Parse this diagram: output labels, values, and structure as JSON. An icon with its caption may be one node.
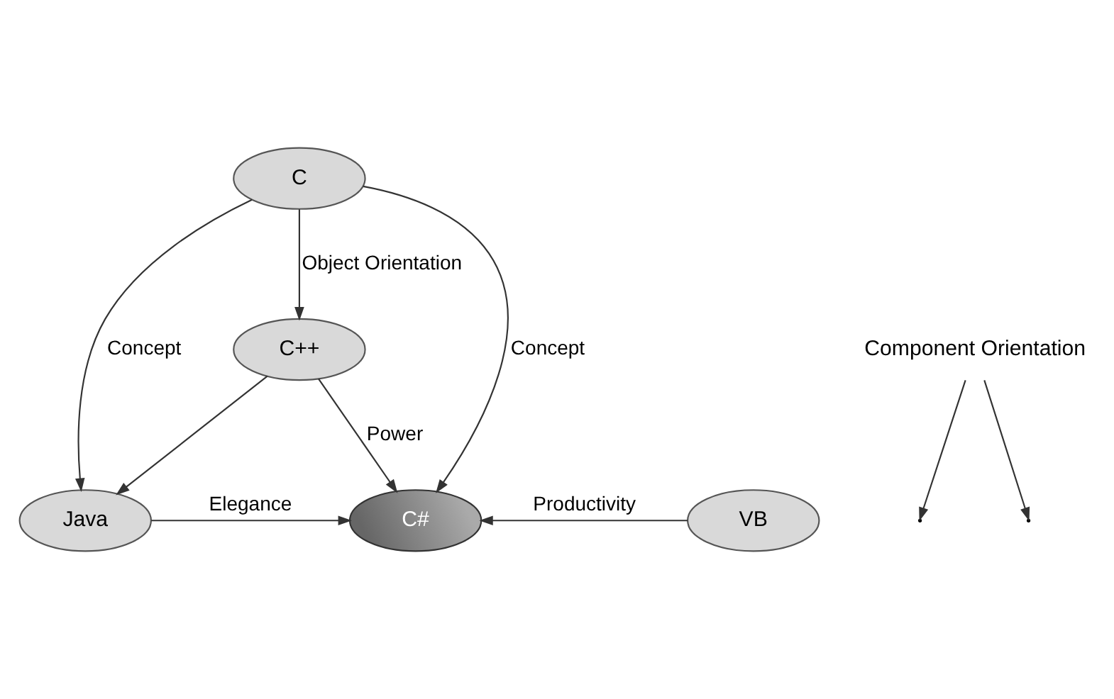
{
  "diagram": {
    "nodes": [
      {
        "text": [
          "C"
        ]
      },
      {
        "text": [
          "C++"
        ]
      },
      {
        "text": [
          "Java"
        ]
      },
      {
        "text": [
          "C#"
        ]
      },
      {
        "text": [
          "VB"
        ]
      },
      {
        "text": [
          "Component Orientation"
        ]
      }
    ],
    "edges": [
      {
        "from": 0,
        "to": 1,
        "arrow": "to",
        "label": "Object Orientation"
      },
      {
        "from": 0,
        "to": 2,
        "arrow": "to",
        "label": "Concept"
      },
      {
        "from": 0,
        "to": 3,
        "arrow": "to",
        "label": "Concept"
      },
      {
        "from": 1,
        "to": 2,
        "arrow": "to"
      },
      {
        "from": 1,
        "to": 3,
        "arrow": "to",
        "label": "Power"
      },
      {
        "from": 2,
        "to": 3,
        "arrow": "to",
        "label": "Elegance"
      },
      {
        "from": 4,
        "to": 3,
        "arrow": "to",
        "label": "Productivity"
      },
      {
        "from": 5,
        "to": null,
        "arrow": "to"
      },
      {
        "from": 5,
        "to": null,
        "arrow": "to"
      }
    ]
  }
}
